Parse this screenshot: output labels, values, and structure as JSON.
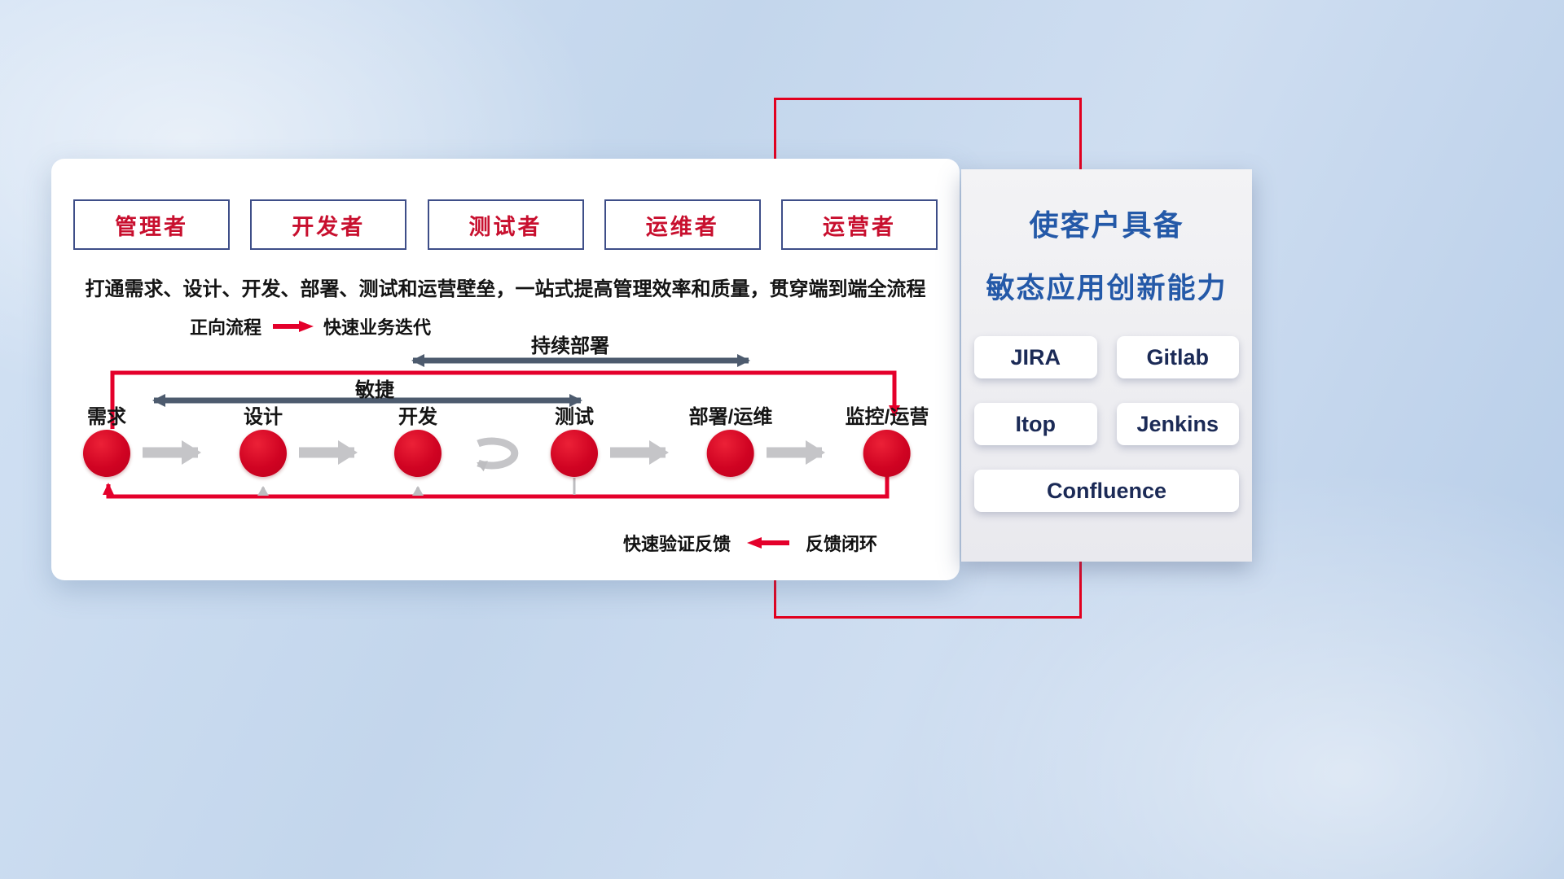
{
  "colors": {
    "accent_red": "#e4002b",
    "circle_red": "#d00322",
    "dark_arrow": "#4d5b6e",
    "gray_arrow": "#c5c5c8",
    "title_blue": "#2459a8",
    "box_border_navy": "#3e4e88",
    "tool_text_navy": "#1b2a56"
  },
  "roles": [
    "管理者",
    "开发者",
    "测试者",
    "运维者",
    "运营者"
  ],
  "subtitle": "打通需求、设计、开发、部署、测试和运营壁垒，一站式提高管理效率和质量，贯穿端到端全流程",
  "legend_forward": {
    "label": "正向流程",
    "desc": "快速业务迭代"
  },
  "legend_feedback": {
    "desc": "快速验证反馈",
    "label": "反馈闭环"
  },
  "flow": {
    "stages": [
      "需求",
      "设计",
      "开发",
      "测试",
      "部署/运维",
      "监控/运营"
    ],
    "agile_label": "敏捷",
    "cd_label": "持续部署"
  },
  "panel": {
    "title_line1": "使客户具备",
    "title_line2": "敏态应用创新能力",
    "tools": [
      "JIRA",
      "Gitlab",
      "Itop",
      "Jenkins",
      "Confluence"
    ]
  }
}
